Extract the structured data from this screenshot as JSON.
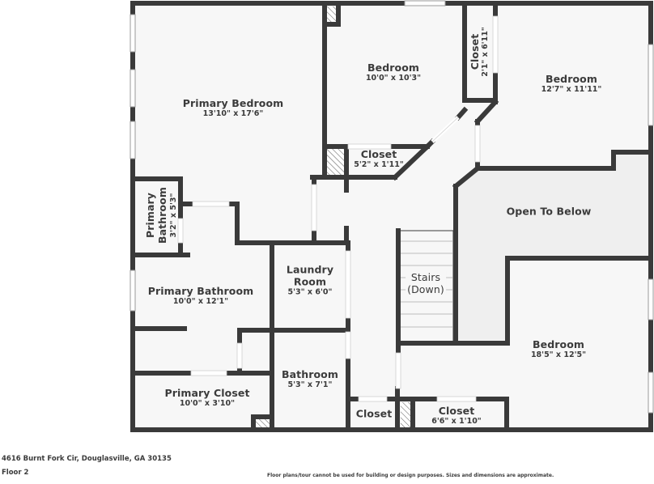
{
  "floor_plan": {
    "floor": "Floor 2",
    "address": "4616 Burnt Fork Cir, Douglasville, GA 30135",
    "disclaimer": "Floor plans/tour cannot be used for building or design purposes. Sizes and dimensions are approximate.",
    "colors": {
      "wall": "#3a3a3a",
      "floor": "#f7f7f7",
      "open_area": "#efefef",
      "window": "#ffffff"
    },
    "rooms": [
      {
        "name": "Primary Bedroom",
        "dims": "13'10\" x 17'6\""
      },
      {
        "name": "Bedroom",
        "dims": "10'0\" x 10'3\""
      },
      {
        "name": "Closet",
        "dims": "2'1\" x 6'11\""
      },
      {
        "name": "Bedroom",
        "dims": "12'7\" x 11'11\""
      },
      {
        "name": "Closet",
        "dims": "5'2\" x 1'11\""
      },
      {
        "name": "Primary Bathroom",
        "dims": "3'2\" x 5'3\""
      },
      {
        "name": "Open To Below",
        "dims": ""
      },
      {
        "name": "Laundry Room",
        "dims": "5'3\" x 6'0\""
      },
      {
        "name": "Primary Bathroom",
        "dims": "10'0\" x 12'1\""
      },
      {
        "name": "Stairs (Down)",
        "dims": ""
      },
      {
        "name": "Bedroom",
        "dims": "18'5\" x 12'5\""
      },
      {
        "name": "Bathroom",
        "dims": "5'3\" x 7'1\""
      },
      {
        "name": "Primary Closet",
        "dims": "10'0\" x 3'10\""
      },
      {
        "name": "Closet",
        "dims": ""
      },
      {
        "name": "Closet",
        "dims": "6'6\" x 1'10\""
      }
    ],
    "laundry_lines": [
      "Laundry",
      "Room"
    ],
    "stairs_lines": [
      "Stairs",
      "(Down)"
    ],
    "primary_bath_small_lines": [
      "Primary",
      "Bathroom"
    ]
  }
}
